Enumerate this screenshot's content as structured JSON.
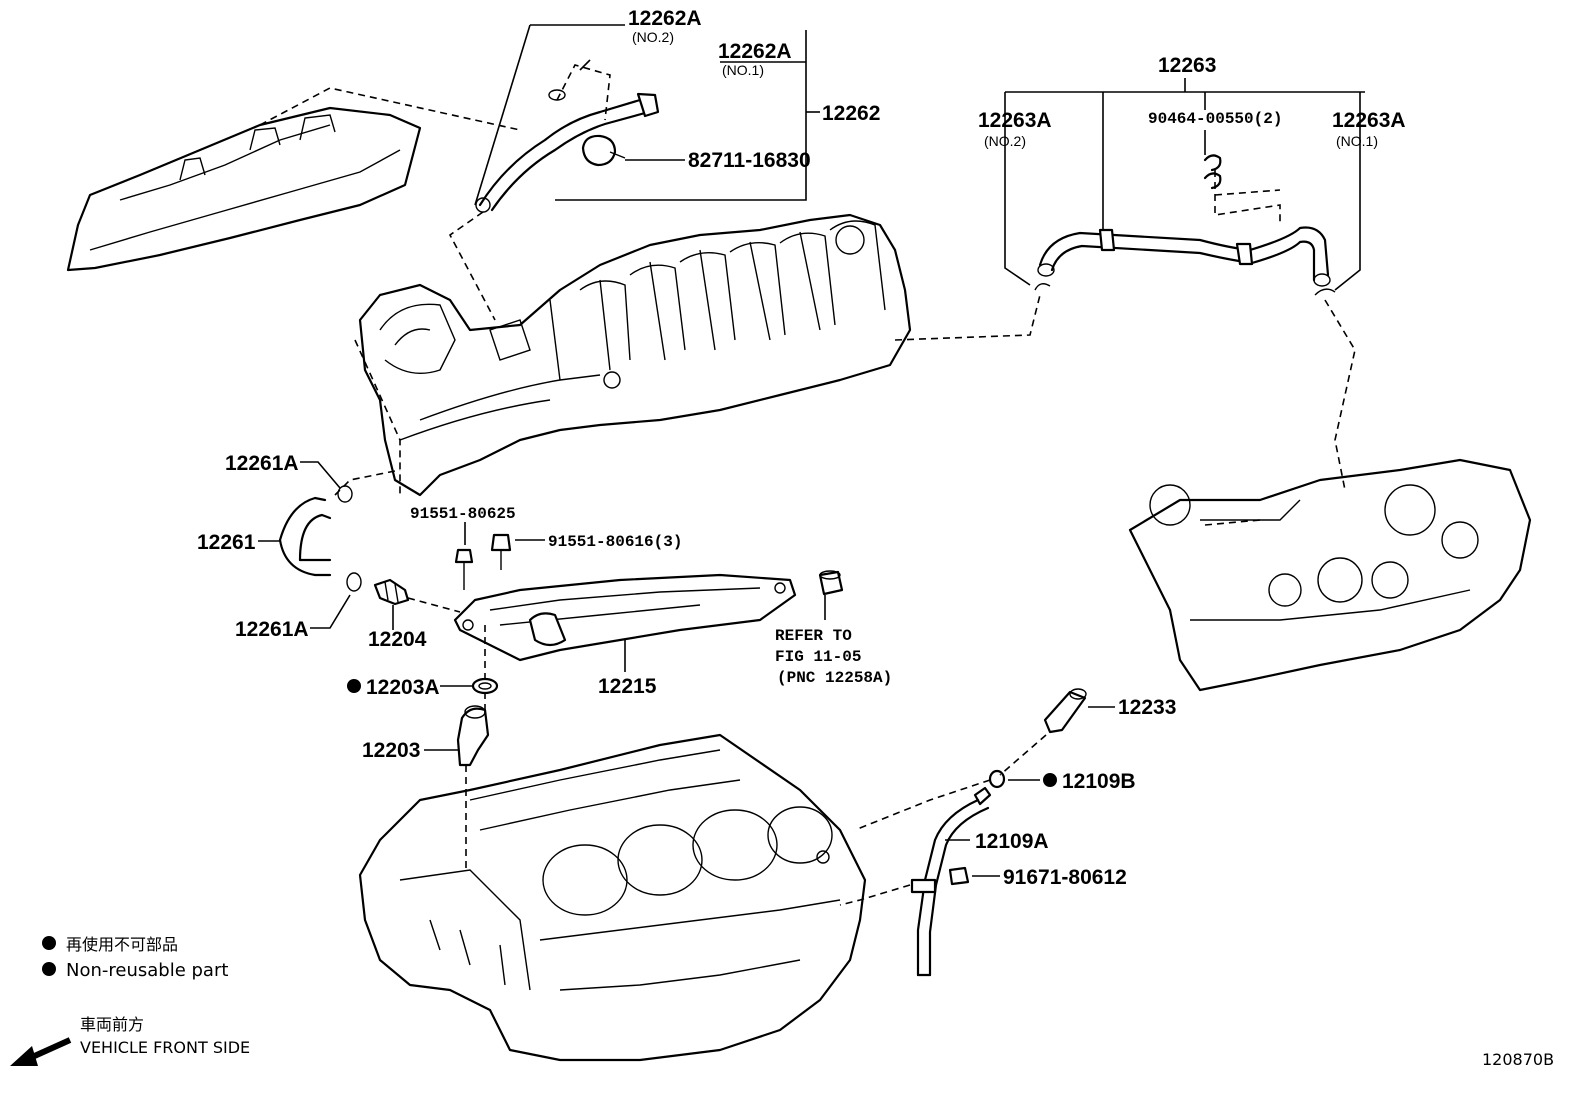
{
  "diagram_id": "120870B",
  "labels": {
    "p12262A_no2": "12262A",
    "p12262A_no2_sub": "(NO.2)",
    "p12262A_no1": "12262A",
    "p12262A_no1_sub": "(NO.1)",
    "p12262": "12262",
    "p82711": "82711-16830",
    "p12263": "12263",
    "p12263A_no2": "12263A",
    "p12263A_no2_sub": "(NO.2)",
    "p90464": "90464-00550(2)",
    "p12263A_no1": "12263A",
    "p12263A_no1_sub": "(NO.1)",
    "p12261A_top": "12261A",
    "p12261": "12261",
    "p12261A_bottom": "12261A",
    "p91551_80625": "91551-80625",
    "p91551_80616": "91551-80616(3)",
    "p12204": "12204",
    "p12215": "12215",
    "refer_line1": "REFER TO",
    "refer_line2": "FIG 11-05",
    "refer_line3": "(PNC 12258A)",
    "p12203A": "12203A",
    "p12203": "12203",
    "p12233": "12233",
    "p12109B": "12109B",
    "p12109A": "12109A",
    "p91671": "91671-80612"
  },
  "legend": {
    "jp_text": "再使用不可部品",
    "en_text": "Non-reusable part"
  },
  "direction": {
    "jp_text": "車両前方",
    "en_text": "VEHICLE FRONT SIDE"
  }
}
